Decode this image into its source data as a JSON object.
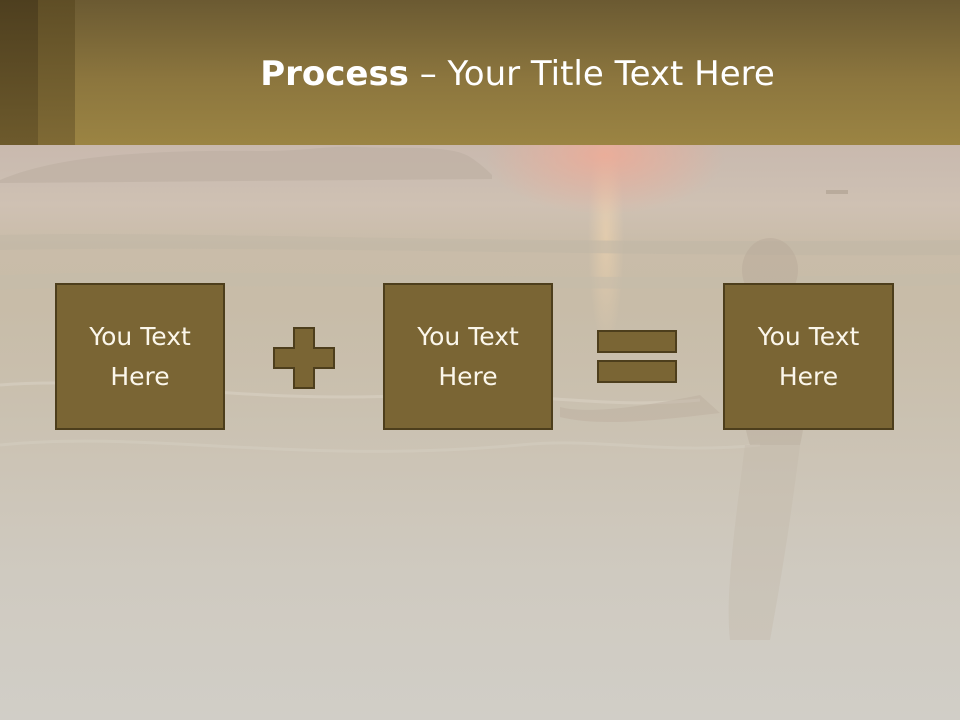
{
  "slide": {
    "title_bold": "Process",
    "title_rest": " – Your Title Text Here"
  },
  "process": {
    "boxes": [
      {
        "text": "You Text\nHere"
      },
      {
        "text": "You Text\nHere"
      },
      {
        "text": "You Text\nHere"
      }
    ],
    "operators": [
      "plus-icon",
      "equals-icon"
    ]
  },
  "colors": {
    "header": "#8c763e",
    "box_fill": "#7a6534",
    "box_border": "#4d3e1c",
    "text": "#ffffff"
  }
}
